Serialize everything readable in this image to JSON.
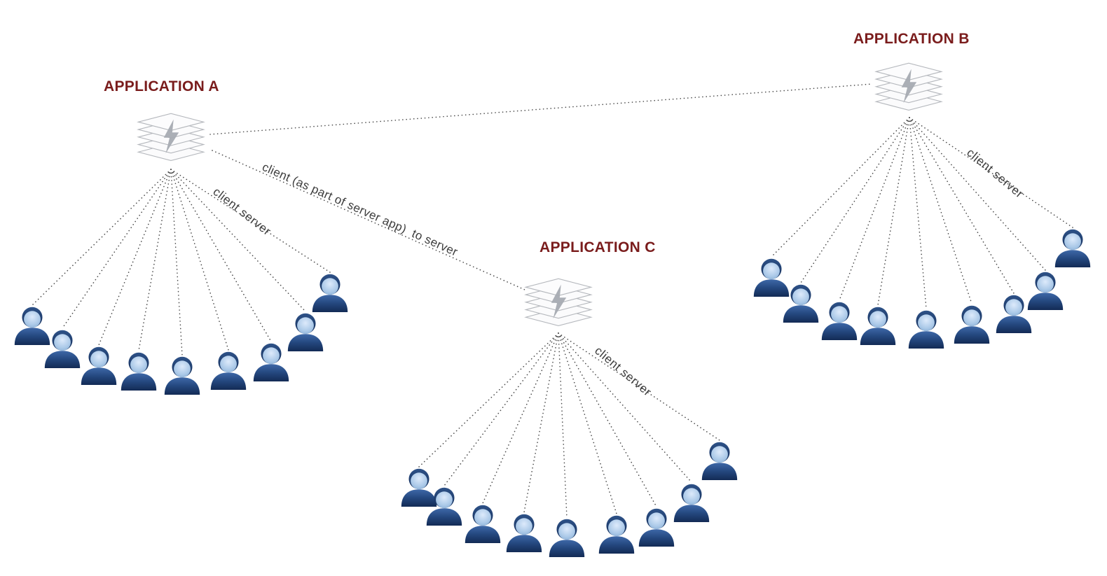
{
  "diagram": {
    "applications": [
      {
        "label": "APPLICATION A",
        "fan_label": "client server",
        "user_count": 9
      },
      {
        "label": "APPLICATION B",
        "fan_label": "client server",
        "user_count": 9
      },
      {
        "label": "APPLICATION C",
        "fan_label": "client server",
        "user_count": 9
      }
    ],
    "connections": [
      {
        "from": "APPLICATION A",
        "to": "APPLICATION B",
        "label": ""
      },
      {
        "from": "APPLICATION A",
        "to": "APPLICATION C",
        "label": "client (as part of server app)  to server"
      }
    ],
    "colors": {
      "app_label": "#7a1c1c",
      "line": "#4a4a4a",
      "fan_label": "#3c3c3c",
      "person_body": "#1d3a6b",
      "person_face": "#abc9e8",
      "server_bolt": "#a6abb2",
      "background": "#ffffff"
    }
  }
}
